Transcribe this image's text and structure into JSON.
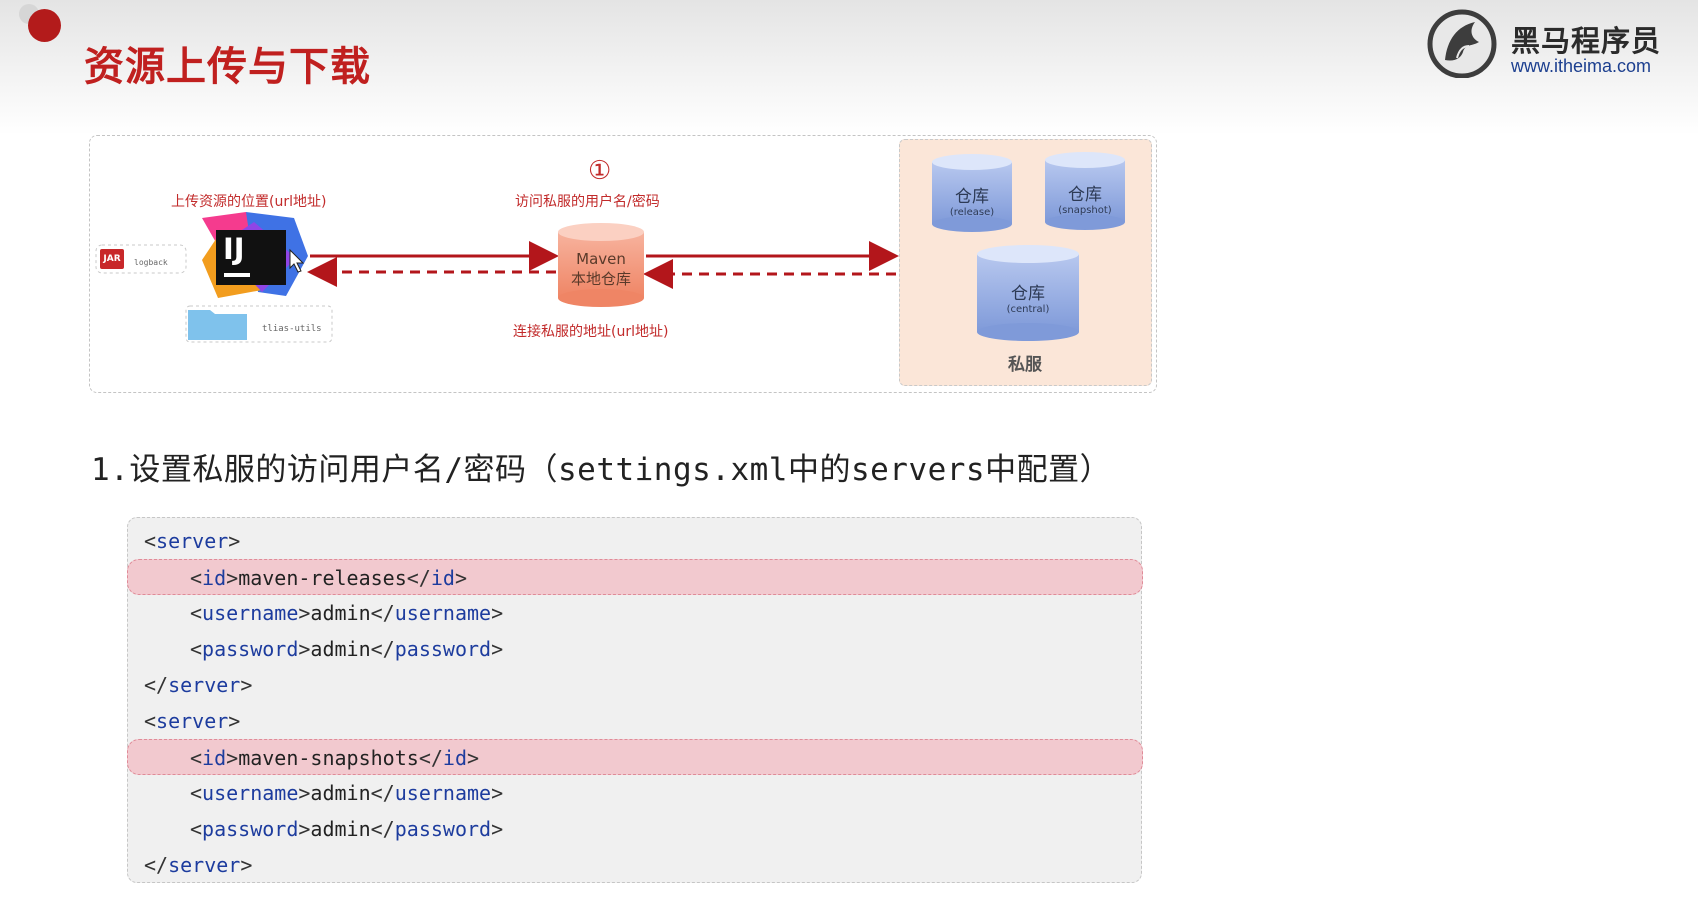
{
  "slide": {
    "title": "资源上传与下载",
    "brand_name": "黑马程序员",
    "brand_url": "www.itheima.com"
  },
  "diagram": {
    "upload_label": "上传资源的位置(url地址)",
    "step_number": "①",
    "credentials_label": "访问私服的用户名/密码",
    "connect_label": "连接私服的地址(url地址)",
    "maven_line1": "Maven",
    "maven_line2": "本地仓库",
    "jar_label": "JAR",
    "jar_name": "logback",
    "folder_name": "tlias-utils",
    "ide_logo": "IJ",
    "private_server_label": "私服",
    "repos": [
      {
        "name": "仓库",
        "type": "(release)"
      },
      {
        "name": "仓库",
        "type": "(snapshot)"
      },
      {
        "name": "仓库",
        "type": "(central)"
      }
    ],
    "colors": {
      "arrow": "#b3161b",
      "repo": "#8aa4df",
      "maven": "#f3987e",
      "panel": "#fbe6d8"
    }
  },
  "step": {
    "heading": "1.设置私服的访问用户名/密码（settings.xml中的servers中配置）"
  },
  "code": {
    "lines": [
      {
        "indent": "",
        "open": "server",
        "value": "",
        "close": "",
        "highlight": false
      },
      {
        "indent": "    ",
        "open": "id",
        "value": "maven-releases",
        "close": "id",
        "highlight": true
      },
      {
        "indent": "    ",
        "open": "username",
        "value": "admin",
        "close": "username",
        "highlight": false
      },
      {
        "indent": "    ",
        "open": "password",
        "value": "admin",
        "close": "password",
        "highlight": false
      },
      {
        "indent": "",
        "open": "",
        "value": "",
        "close": "server",
        "highlight": false
      },
      {
        "indent": "",
        "open": "server",
        "value": "",
        "close": "",
        "highlight": false
      },
      {
        "indent": "    ",
        "open": "id",
        "value": "maven-snapshots",
        "close": "id",
        "highlight": true
      },
      {
        "indent": "    ",
        "open": "username",
        "value": "admin",
        "close": "username",
        "highlight": false
      },
      {
        "indent": "    ",
        "open": "password",
        "value": "admin",
        "close": "password",
        "highlight": false
      },
      {
        "indent": "",
        "open": "",
        "value": "",
        "close": "server",
        "highlight": false
      }
    ]
  }
}
